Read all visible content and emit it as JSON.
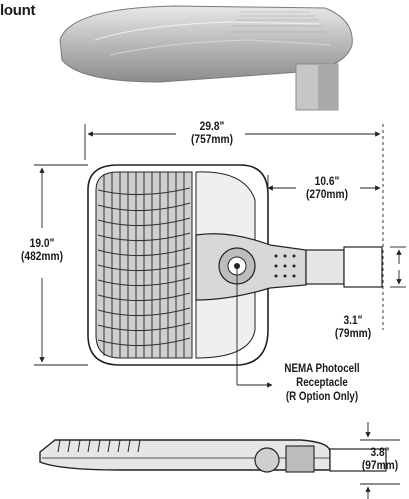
{
  "header": {
    "title_fragment": "lount"
  },
  "dimensions": {
    "width": {
      "in": "29.8\"",
      "mm": "(757mm)"
    },
    "arm_length": {
      "in": "10.6\"",
      "mm": "(270mm)"
    },
    "height": {
      "in": "19.0\"",
      "mm": "(482mm)"
    },
    "arm_width": {
      "in": "3.1\"",
      "mm": "(79mm)"
    },
    "depth": {
      "in": "3.8\"",
      "mm": "(97mm)"
    }
  },
  "callout": {
    "line1": "NEMA Photocell",
    "line2": "Receptacle",
    "line3": "(R Option Only)"
  },
  "colors": {
    "line": "#222222",
    "fixture_fill": "#bfbfbf",
    "photo_fill": "#d9d9d9"
  }
}
